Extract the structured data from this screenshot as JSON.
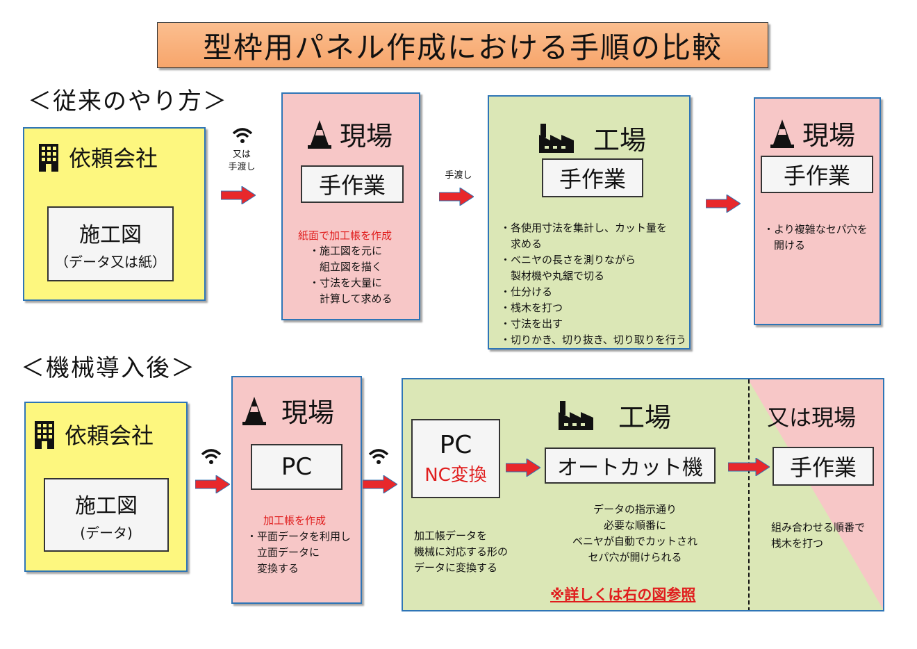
{
  "title": "型枠用パネル作成における手順の比較",
  "conventional": {
    "heading": "＜従来のやり方＞",
    "client": {
      "label": "依頼会社",
      "card_title": "施工図",
      "card_sub": "（データ又は紙）"
    },
    "handoff1": [
      "又は",
      "手渡し"
    ],
    "site": {
      "label": "現場",
      "card": "手作業",
      "notes_title": "紙面で加工帳を作成",
      "notes": [
        "・施工図を元に",
        "　組立図を描く",
        "・寸法を大量に",
        "　計算して求める"
      ]
    },
    "handoff2": "手渡し",
    "factory": {
      "label": "工場",
      "card": "手作業",
      "notes": [
        "・各使用寸法を集計し、カット量を",
        "　求める",
        "・ベニヤの長さを測りながら",
        "　製材機や丸鋸で切る",
        "・仕分ける",
        "・桟木を打つ",
        "・寸法を出す",
        "・切りかき、切り抜き、切り取りを行う"
      ]
    },
    "site2": {
      "label": "現場",
      "card": "手作業",
      "notes": [
        "・より複雑なセパ穴を",
        "　開ける"
      ]
    }
  },
  "machine": {
    "heading": "＜機械導入後＞",
    "client": {
      "label": "依頼会社",
      "card_title": "施工図",
      "card_sub": "(データ)"
    },
    "site": {
      "label": "現場",
      "card": "PC",
      "notes_title": "加工帳を作成",
      "notes": [
        "・平面データを利用し",
        "　立面データに",
        "　変換する"
      ]
    },
    "factory": {
      "label": "工場",
      "pc_label": "PC",
      "pc_sub": "NC変換",
      "pc_notes": [
        "加工帳データを",
        "機械に対応する形の",
        "データに変換する"
      ],
      "autocut_label": "オートカット機",
      "autocut_notes": [
        "データの指示通り",
        "必要な順番に",
        "ベニヤが自動でカットされ",
        "セパ穴が開けられる"
      ],
      "detail_link": "※詳しくは右の図参照"
    },
    "site_alt": {
      "label": "又は現場",
      "card": "手作業",
      "notes": [
        "組み合わせる順番で",
        "桟木を打つ"
      ]
    }
  },
  "colors": {
    "yellow": "#fdf77f",
    "pink": "#f7c7c7",
    "green": "#dbe7b6",
    "border": "#2e75b6",
    "arrow": "#e8282b",
    "title_bg": "#f7a56b"
  },
  "icons": [
    "building-icon",
    "cone-icon",
    "factory-icon",
    "wifi-icon",
    "arrow-right-icon"
  ]
}
